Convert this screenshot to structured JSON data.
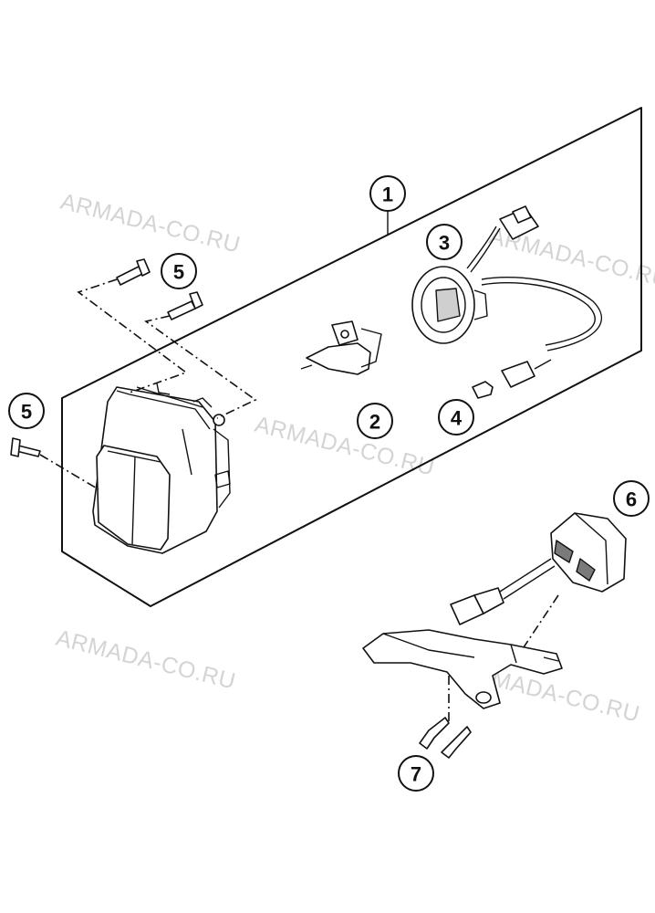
{
  "watermark": "ARMADA-CO.RU",
  "callouts": {
    "c1": "1",
    "c2": "2",
    "c3": "3",
    "c4": "4",
    "c5a": "5",
    "c5b": "5",
    "c6": "6",
    "c7": "7"
  }
}
